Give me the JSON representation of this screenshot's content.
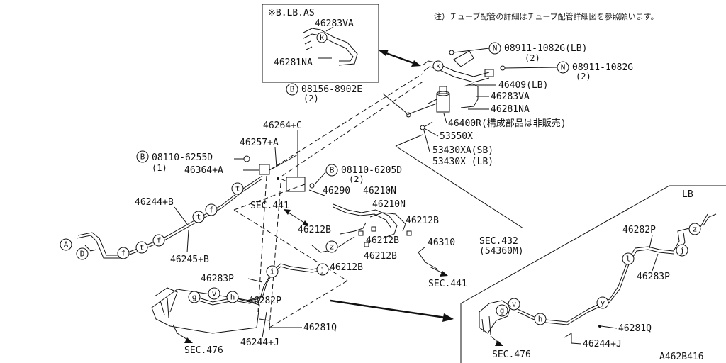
{
  "note": "注）チューブ配管の詳細はチューブ配管詳細図を参照願います。",
  "inset": {
    "title": "※B.LB.AS",
    "part_a": "46283VA",
    "part_b": "46281NA"
  },
  "lb_inset": {
    "title": "LB"
  },
  "callouts": {
    "n1_num": "08911-1082G(LB)",
    "n1_qty": "(2)",
    "n2_num": "08911-1082G",
    "n2_qty": "(2)",
    "b1_num": "08156-8902E",
    "b1_qty": "(2)",
    "b2_num": "08110-6255D",
    "b2_qty": "(1)",
    "b3_num": "08110-6205D",
    "b3_qty": "(2)"
  },
  "parts": {
    "p46409lb": "46409(LB)",
    "p46283va": "46283VA",
    "p46281na": "46281NA",
    "p46400r": "46400R(構成部品は非販売)",
    "p53550x": "53550X",
    "p53430xa": "53430XA(SB)",
    "p53430x": "53430X (LB)",
    "p46264c": "46264+C",
    "p46257a": "46257+A",
    "p46364a": "46364+A",
    "p46290": "46290",
    "p46210n1": "46210N",
    "p46210n2": "46210N",
    "p46212b1": "46212B",
    "p46212b2": "46212B",
    "p46212b3": "46212B",
    "p46212b4": "46212B",
    "p46212b5": "46212B",
    "p46310": "46310",
    "p46244b": "46244+B",
    "p46245b": "46245+B",
    "p46283p": "46283P",
    "p46282p": "46282P",
    "p46281q": "46281Q",
    "p46244j": "46244+J",
    "lb_46282p": "46282P",
    "lb_46283p": "46283P",
    "lb_46281q": "46281Q",
    "lb_46244j": "46244+J"
  },
  "sections": {
    "sec441a": "SEC.441",
    "sec432": "SEC.432",
    "sec432sub": "(54360M)",
    "sec441b": "SEC.441",
    "sec476a": "SEC.476",
    "sec476b": "SEC.476"
  },
  "markers": {
    "N": "N",
    "B": "B",
    "k": "k",
    "t": "t",
    "f": "f",
    "A": "A",
    "D": "D",
    "z": "z",
    "i": "i",
    "j": "j",
    "g": "g",
    "v": "v",
    "h": "h",
    "y": "y",
    "l": "l"
  },
  "drawing_code": "A462B416"
}
